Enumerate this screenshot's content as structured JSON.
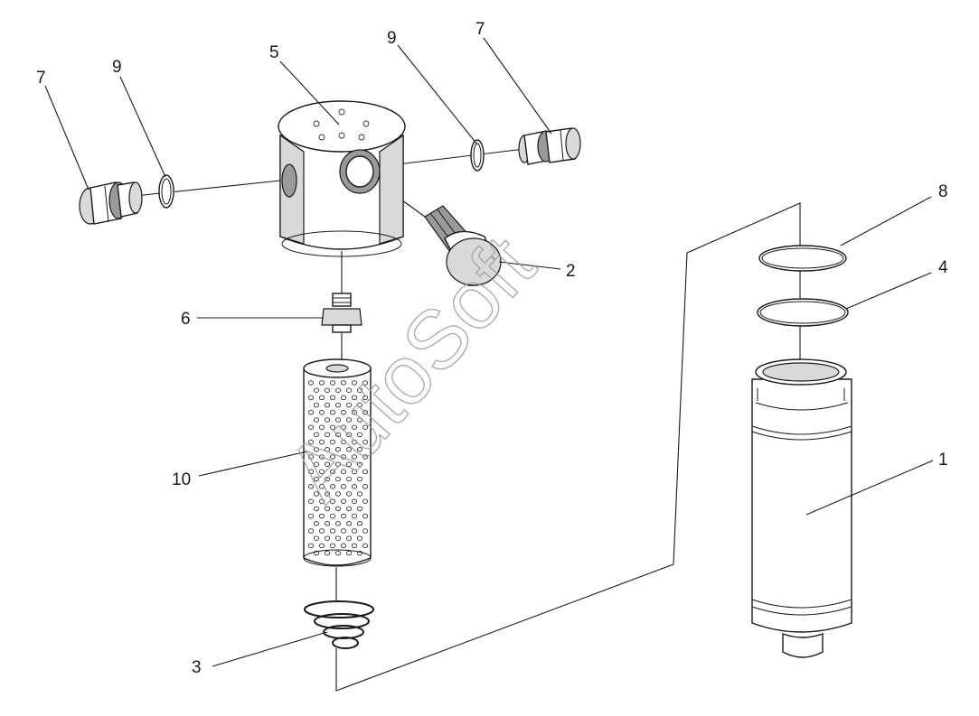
{
  "callouts": {
    "c1": "1",
    "c2": "2",
    "c3": "3",
    "c4": "4",
    "c5": "5",
    "c6": "6",
    "c7_left": "7",
    "c7_right": "7",
    "c8": "8",
    "c9_left": "9",
    "c9_right": "9",
    "c10": "10"
  },
  "watermark": "AutoSoft"
}
